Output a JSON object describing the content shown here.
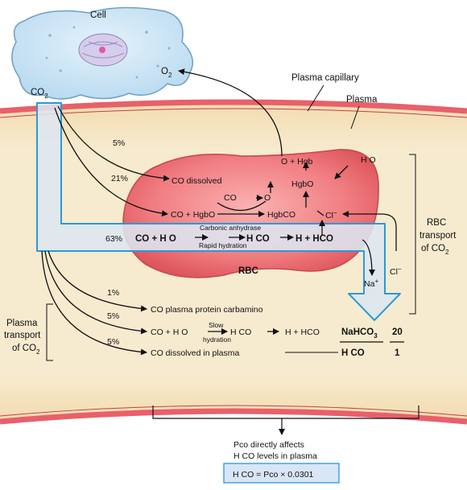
{
  "labels": {
    "cell": "Cell",
    "plasma_capillary": "Plasma capillary",
    "plasma": "Plasma",
    "rbc": "RBC",
    "rbc_transport": [
      "RBC",
      "transport",
      "of CO"
    ],
    "plasma_transport": [
      "Plasma",
      "transport",
      "of CO"
    ]
  },
  "cell": {
    "co2": "CO",
    "o2": "O"
  },
  "percentages": {
    "dissolved_rbc": "5%",
    "carbamino_rbc": "21%",
    "bicarbonate_rbc": "63%",
    "plasma_carbamino": "1%",
    "plasma_bicarbonate": "5%",
    "plasma_dissolved": "5%"
  },
  "rbc": {
    "co2_dissolved": "CO dissolved",
    "o2_hgb": "O + Hgb",
    "water": "H O",
    "co2_left": "CO",
    "o2_right": "O",
    "hgbo2": "HgbO",
    "co2_hgbo2": "CO + HgbO",
    "hgbco2": "HgbCO",
    "chloride_in": "Cl",
    "carbonic_anhydrase": "Carbonic anhydrase",
    "rapid_hydration": "Rapid hydration",
    "eq_left": "CO + H O",
    "eq_mid": "H CO",
    "eq_right": "H + HCO",
    "sodium": "Na",
    "chloride_out": "Cl"
  },
  "plasma_reactions": {
    "carbamino": "CO plasma protein carbamino",
    "eq_left": "CO + H O",
    "slow": "Slow",
    "hydration": "hydration",
    "eq_mid": "H CO",
    "eq_right": "H + HCO",
    "dissolved": "CO dissolved in plasma"
  },
  "ratio": {
    "numerator": "NaHCO",
    "denominator": "H CO",
    "num_value": "20",
    "den_value": "1"
  },
  "summary": {
    "line1": "Pco directly affects",
    "line2": "H CO levels in plasma",
    "formula": "H CO = Pco × 0.0301"
  },
  "colors": {
    "capillary_fill": "#f5e7c6",
    "capillary_wall": "#e8606a",
    "rbc_fill": "#f07c80",
    "cell_fill": "#c9e4f4",
    "flow_fill": "#dde6f1",
    "flow_stroke": "#2a9ad6",
    "formula_box": "#d8e6f6"
  }
}
